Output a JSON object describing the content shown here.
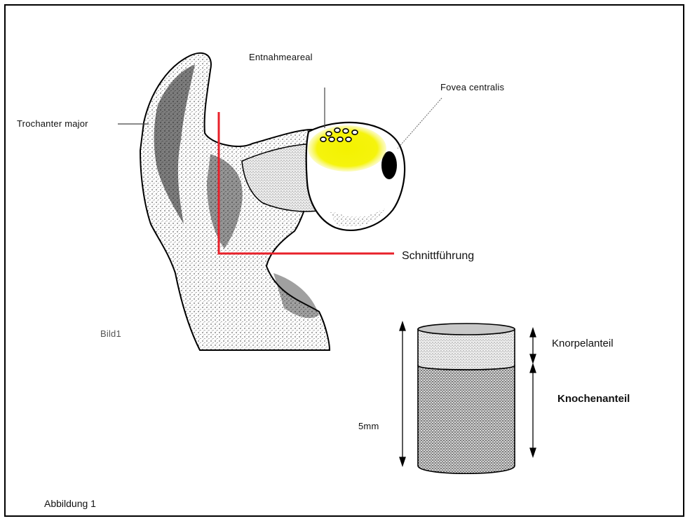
{
  "labels": {
    "entnahmeareal": "Entnahmeareal",
    "fovea": "Fovea centralis",
    "trochanter": "Trochanter major",
    "schnitt": "Schnittführung",
    "bild1": "Bild1",
    "knorpel": "Knorpelanteil",
    "knochen": "Knochenanteil",
    "size": "5mm",
    "caption": "Abbildung 1"
  },
  "colors": {
    "cut_line": "#e8202a",
    "harvest_area": "#f3f200",
    "ink": "#111111"
  }
}
